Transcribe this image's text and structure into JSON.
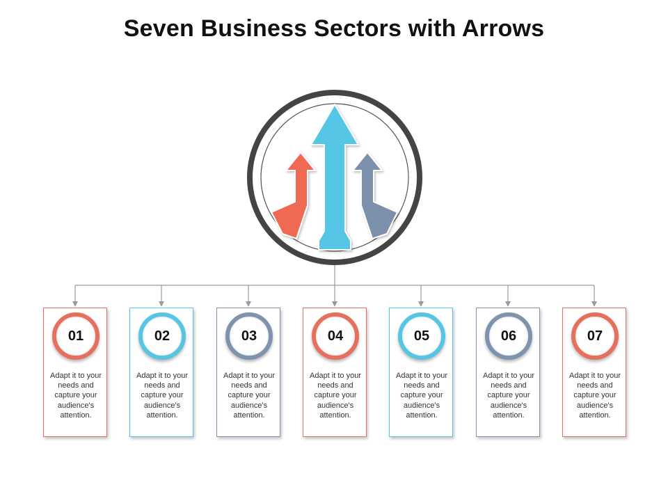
{
  "title": "Seven Business Sectors with Arrows",
  "colors": {
    "coral": "#e6705e",
    "sky": "#56c4e3",
    "slate": "#7f93ae",
    "ring": "#444444",
    "connector": "#9a9a9a"
  },
  "sectors": [
    {
      "number": "01",
      "text": "Adapt it to your needs and capture your audience's attention.",
      "color": "#e6705e"
    },
    {
      "number": "02",
      "text": "Adapt it to your needs and capture your audience's attention.",
      "color": "#56c4e3"
    },
    {
      "number": "03",
      "text": "Adapt it to your needs and capture your audience's attention.",
      "color": "#7f93ae"
    },
    {
      "number": "04",
      "text": "Adapt it to your needs and capture your audience's attention.",
      "color": "#e6705e"
    },
    {
      "number": "05",
      "text": "Adapt it to your needs and capture your audience's attention.",
      "color": "#56c4e3"
    },
    {
      "number": "06",
      "text": "Adapt it to your needs and capture your audience's attention.",
      "color": "#7f93ae"
    },
    {
      "number": "07",
      "text": "Adapt it to your needs and capture your audience's attention.",
      "color": "#e6705e"
    }
  ]
}
